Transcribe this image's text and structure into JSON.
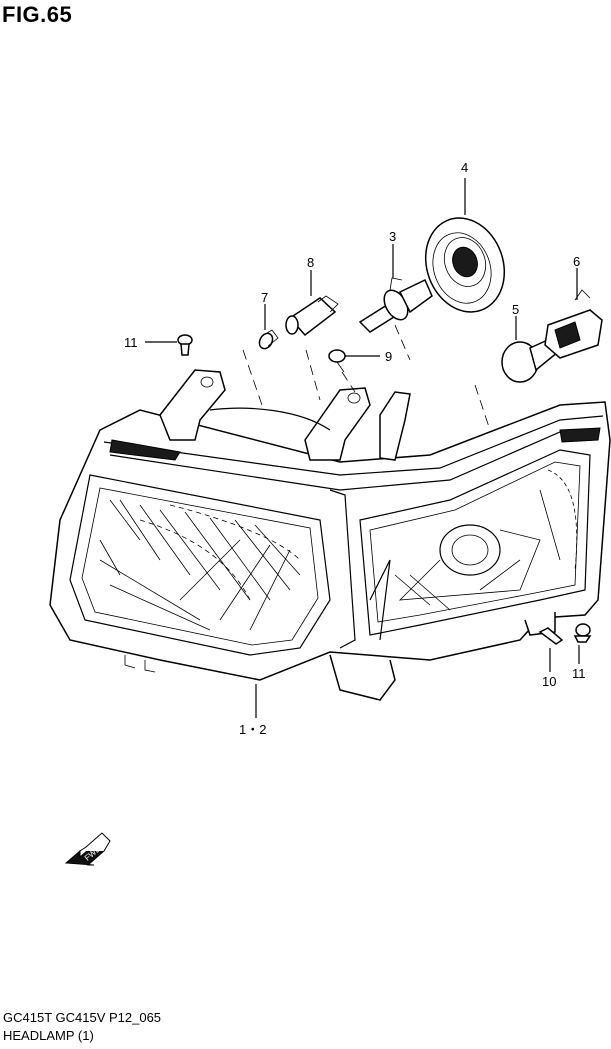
{
  "figure": {
    "title": "FIG.65"
  },
  "callouts": {
    "c1": "1・2",
    "c3": "3",
    "c4": "4",
    "c5": "5",
    "c6": "6",
    "c7": "7",
    "c8": "8",
    "c9": "9",
    "c10": "10",
    "c11a": "11",
    "c11b": "11"
  },
  "fwd_icon": {
    "label": "FWD",
    "icon": "forward-arrow-icon"
  },
  "footer": {
    "models": "GC415T GC415V P12_065",
    "section": "HEADLAMP (1)"
  }
}
